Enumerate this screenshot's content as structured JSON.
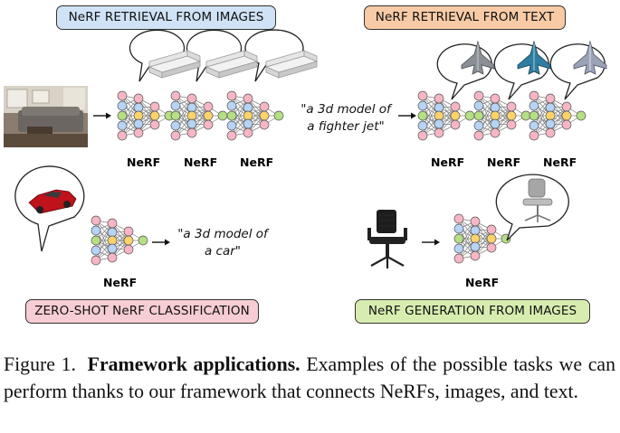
{
  "tasks": {
    "retrieval_images": "NeRF RETRIEVAL FROM IMAGES",
    "retrieval_text": "NeRF RETRIEVAL FROM TEXT",
    "zero_shot": "ZERO-SHOT NeRF CLASSIFICATION",
    "generation": "NeRF GENERATION FROM IMAGES"
  },
  "net_label": "NeRF",
  "quotes": {
    "fighter_line1": "\"a 3d model of",
    "fighter_line2": "a fighter jet\"",
    "car_line1": "\"a 3d model of",
    "car_line2": "a car\""
  },
  "caption": {
    "label": "Figure 1.",
    "title": "Framework applications.",
    "body": "Examples of the possible tasks we can perform thanks to our framework that connects NeRFs, images, and text."
  },
  "colors": {
    "blue_tag": "#cfe2f6",
    "orange_tag": "#f8cba6",
    "pink_tag": "#f6cdd2",
    "green_tag": "#d7edb0",
    "node_pink": "#f7b6c5",
    "node_blue": "#b7d3f5",
    "node_green": "#b6de84",
    "node_yellow": "#fcd36a"
  }
}
